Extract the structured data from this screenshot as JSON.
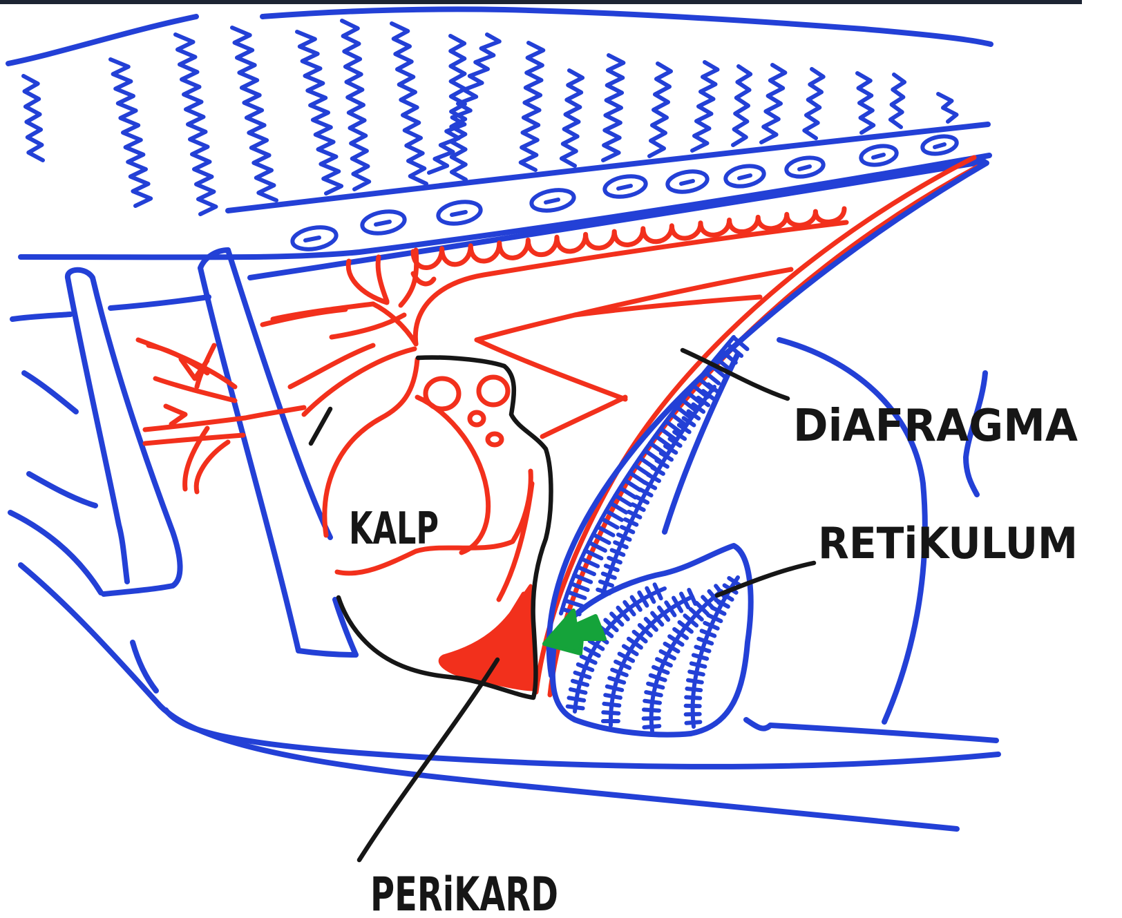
{
  "labels": {
    "heart": "KALP",
    "diaphragm": "DiAFRAGMA",
    "reticulum": "RETiKULUM",
    "pericardium": "PERiKARD"
  },
  "ink_colors": {
    "paper": "#ffffff",
    "blue": "#2340d6",
    "red": "#f2301c",
    "black": "#161616",
    "green": "#15a33a"
  }
}
